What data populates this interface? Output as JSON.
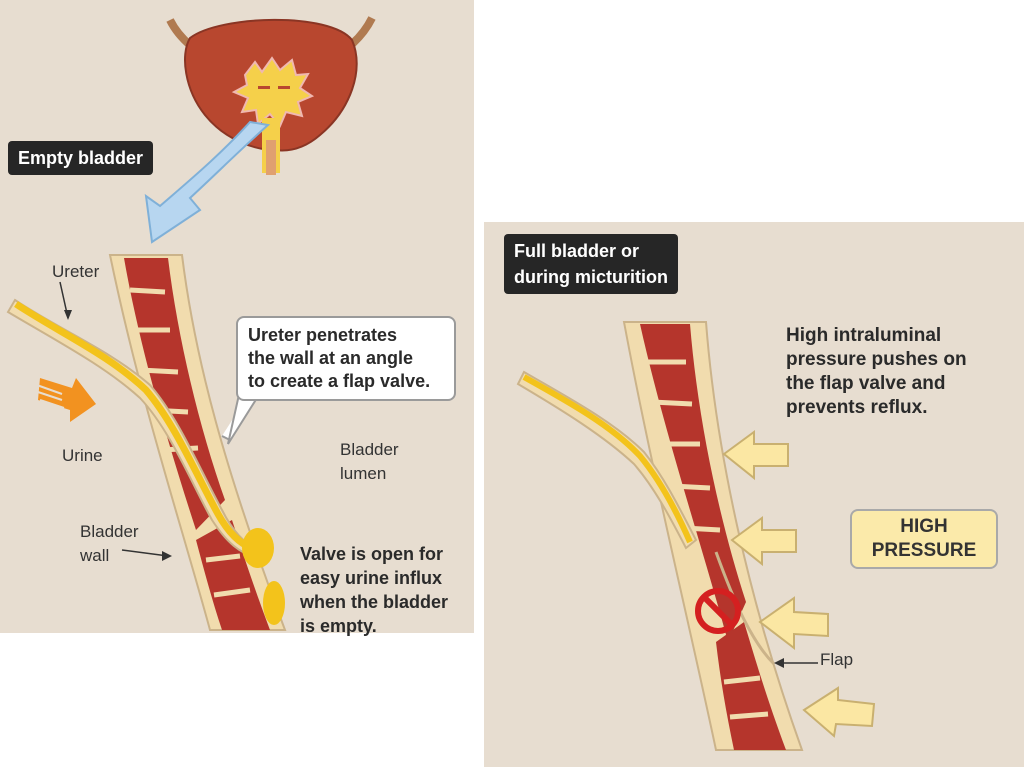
{
  "left_panel": {
    "state_label": "Empty bladder",
    "ureter_label": "Ureter",
    "urine_label": "Urine",
    "bladder_lumen_label": "Bladder\nlumen",
    "bladder_wall_label": "Bladder\nwall",
    "callout_text": "Ureter penetrates\nthe wall at an angle\nto create a flap valve.",
    "valve_note": "Valve is open for\neasy urine influx\nwhen the bladder\nis empty."
  },
  "right_panel": {
    "state_label": "Full bladder or\nduring micturition",
    "description": "High intraluminal\npressure pushes on\nthe flap valve and\nprevents reflux.",
    "pressure_box": "HIGH\nPRESSURE",
    "flap_label": "Flap"
  },
  "colors": {
    "panel_bg": "#e7ddd0",
    "wall_tissue": "#f1dcae",
    "muscle": "#b5352c",
    "urine": "#f3c31b",
    "arrow_blue": "#b7d6f0",
    "arrow_orange": "#f29220",
    "pressure_arrow": "#fbe7a3",
    "no_sign": "#d42020"
  },
  "icons": [
    "bladder-illustration",
    "blue-curved-arrow-icon",
    "orange-flow-arrow-icon",
    "pressure-arrow-icon",
    "no-reflux-icon"
  ]
}
